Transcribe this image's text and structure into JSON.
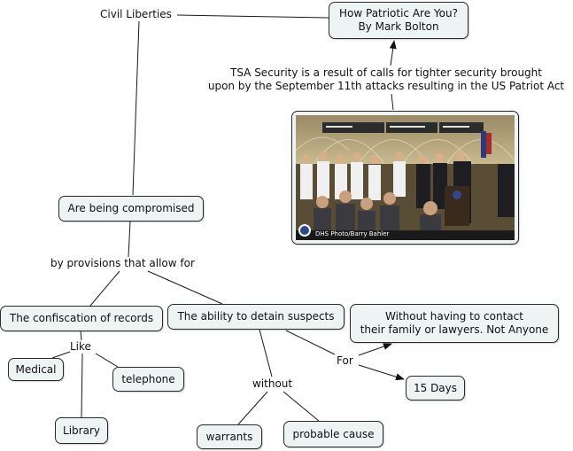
{
  "map": {
    "title_node": [
      "How Patriotic Are You?",
      "By Mark Bolton"
    ],
    "civil_liberties": "Civil Liberties",
    "tsa_text": [
      "TSA Security is a result of calls for tighter security brought",
      "upon by the September 11th attacks resulting in the US Patriot Act"
    ],
    "compromised": "Are being compromised",
    "by_provisions": "by provisions that allow for",
    "confiscation": "The confiscation of records",
    "detain": "The ability to detain suspects",
    "like": "Like",
    "medical": "Medical",
    "telephone": "telephone",
    "library": "Library",
    "without": "without",
    "warrants": "warrants",
    "probable_cause": "probable cause",
    "for": "For",
    "without_contact": [
      "Without having to contact",
      "their family or lawyers. Not Anyone"
    ],
    "fifteen_days": "15 Days",
    "photo_caption": "DHS Photo/Barry Bahler"
  },
  "colors": {
    "node_fill": "#eef3f3",
    "node_border": "#2a2a2a",
    "line": "#1a1a1a"
  }
}
